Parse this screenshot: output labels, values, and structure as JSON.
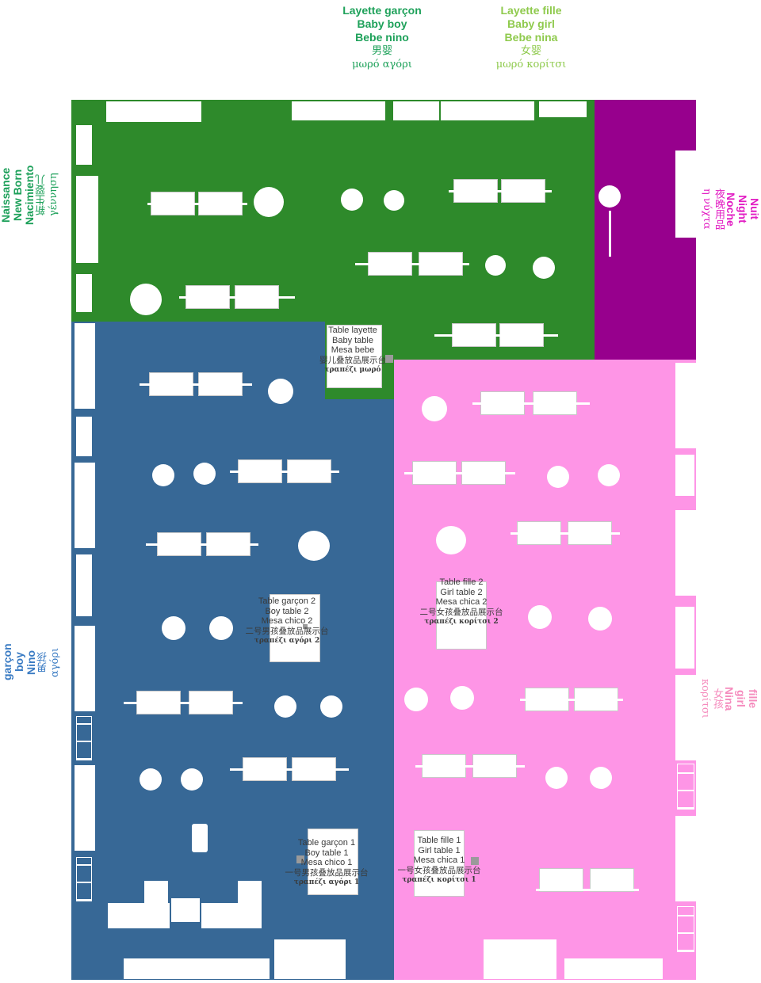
{
  "colors": {
    "newborn": "#2e8a2b",
    "night": "#97008d",
    "boy": "#376896",
    "girl": "#fe95e6",
    "label_layette_boy": "#1ea15a",
    "label_layette_girl": "#8fca4d",
    "label_newborn": "#1da05a",
    "label_night": "#e21ec3",
    "label_boy": "#3a7bc3",
    "label_girl": "#f58bbd"
  },
  "labels": {
    "layette_boy": [
      "Layette garçon",
      "Baby boy",
      "Bebe nino",
      "男婴",
      "μωρό αγόρι"
    ],
    "layette_girl": [
      "Layette fille",
      "Baby girl",
      "Bebe nina",
      "女婴",
      "μωρό κορίτσι"
    ],
    "newborn": [
      "Naissance",
      "New Born",
      "Nacimiento",
      "新生婴儿",
      "γέννηση"
    ],
    "night": [
      "Nuit",
      "Night",
      "Noche",
      "夜晚用品",
      "η νύχτα"
    ],
    "boy": [
      "garçon",
      "boy",
      "Nino",
      "男孩",
      "αγόρι"
    ],
    "girl": [
      "fille",
      "girl",
      "Nina",
      "女孩",
      "κορίτσι"
    ]
  },
  "tables": {
    "baby": [
      "Table layette",
      "Baby table",
      "Mesa bebe",
      "婴儿叠放品展示台",
      "τραπέζι μωρό"
    ],
    "boy2": [
      "Table garçon 2",
      "Boy table 2",
      "Mesa chico 2",
      "二号男孩叠放品展示台",
      "τραπέζι αγόρι 2"
    ],
    "girl2": [
      "Table fille 2",
      "Girl table 2",
      "Mesa chica 2",
      "二号女孩叠放品展示台",
      "τραπέζι κορίτσι 2"
    ],
    "boy1": [
      "Table garçon 1",
      "Boy table 1",
      "Mesa chico 1",
      "一号男孩叠放品展示台",
      "τραπέζι αγόρι 1"
    ],
    "girl1": [
      "Table fille 1",
      "Girl table 1",
      "Mesa chica 1",
      "一号女孩叠放品展示台",
      "τραπέζι κορίτσι 1"
    ]
  }
}
